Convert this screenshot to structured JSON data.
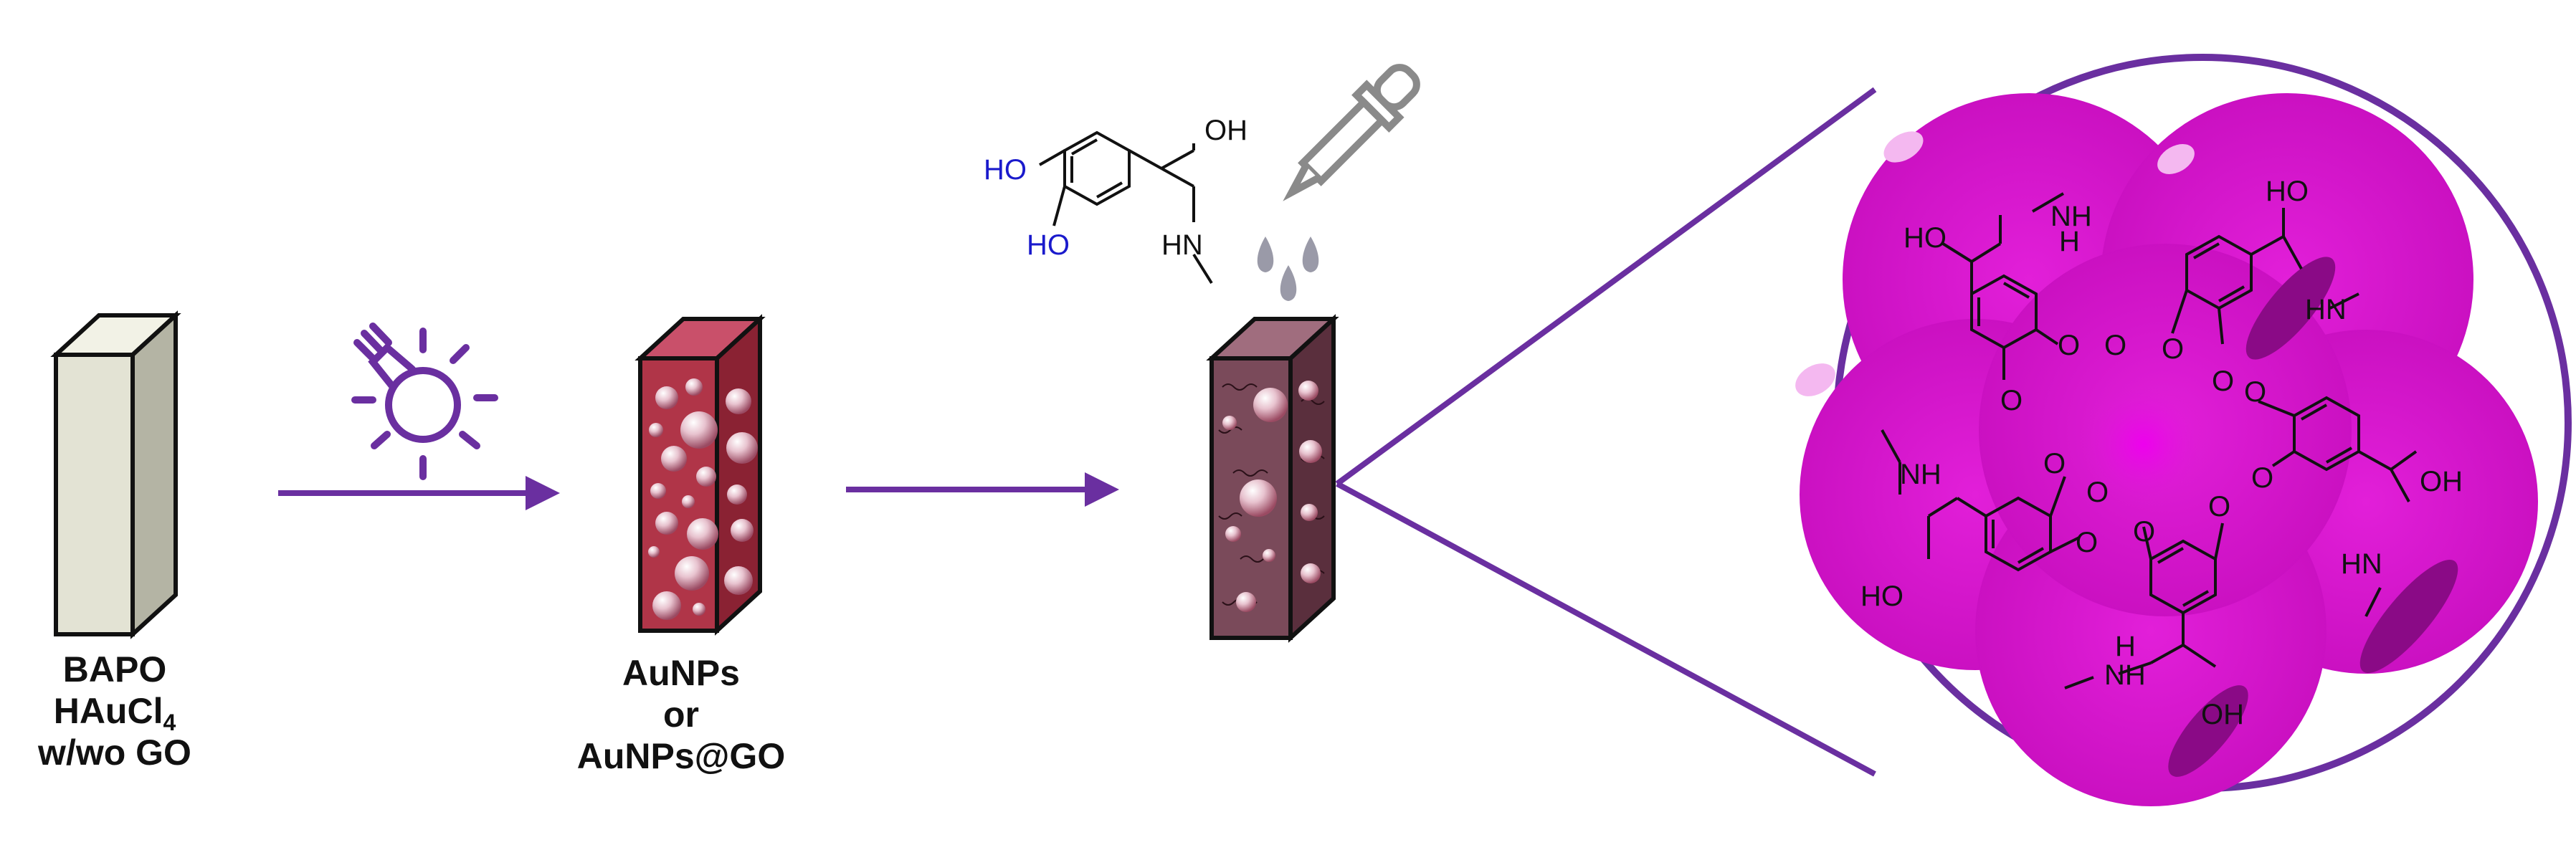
{
  "labels": {
    "reagents": {
      "line1": "BAPO",
      "line2_main": "HAuCl",
      "line2_sub": "4",
      "line3": "w/wo GO"
    },
    "product": {
      "line1": "AuNPs",
      "line2": "or",
      "line3": "AuNPs@GO"
    }
  },
  "molecule_top": {
    "ho1": "HO",
    "ho2": "HO",
    "oh": "OH",
    "hn": "HN"
  },
  "zoom_groups": {
    "ho": "HO",
    "oh": "OH",
    "nh": "NH",
    "hn": "HN",
    "h": "H",
    "o": "O"
  },
  "colors": {
    "arrow": "#6a2fa0",
    "vial_blank": "#e3e3d4",
    "vial_red": "#b03548",
    "vial_dark": "#7a4a5a",
    "sphere": "#d91ed0",
    "hydroxyl_blue": "#1a1acc"
  },
  "icons": [
    "lightbulb-icon",
    "dropper-icon",
    "droplet-icon"
  ]
}
